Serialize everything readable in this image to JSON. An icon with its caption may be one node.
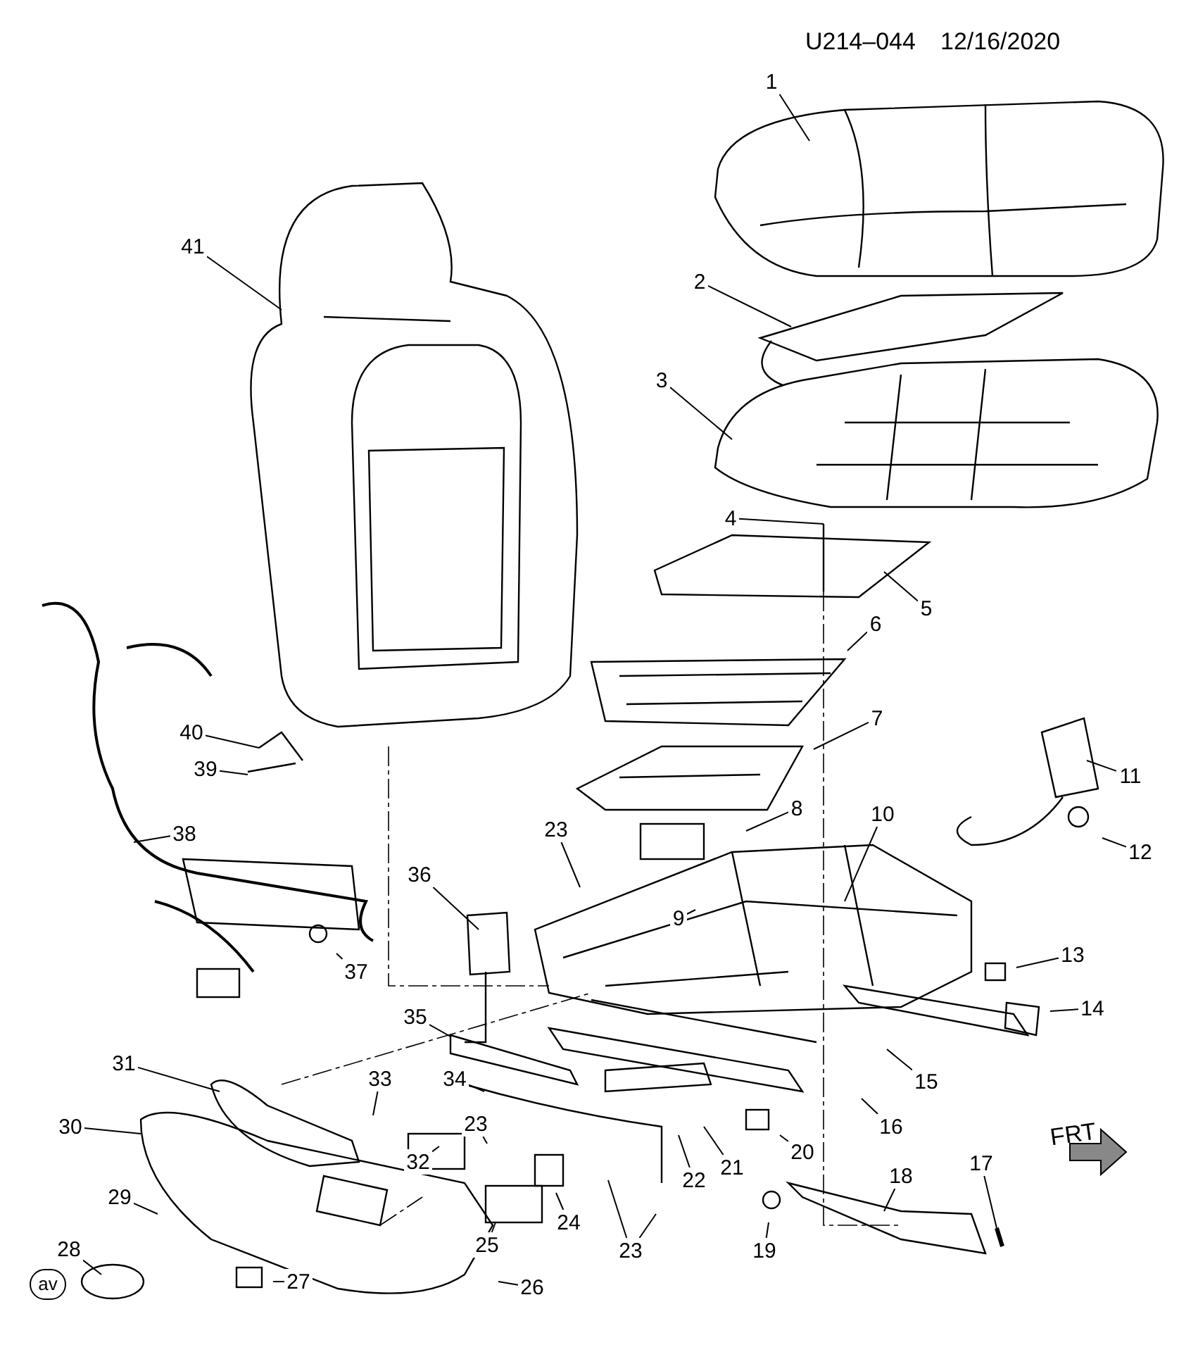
{
  "diagram": {
    "nodes": [
      {
        "text": [
          "1"
        ]
      },
      {
        "text": [
          "2"
        ]
      },
      {
        "text": [
          "3"
        ]
      },
      {
        "text": [
          "4"
        ]
      },
      {
        "text": [
          "5"
        ]
      },
      {
        "text": [
          "6"
        ]
      },
      {
        "text": [
          "7"
        ]
      },
      {
        "text": [
          "8"
        ]
      },
      {
        "text": [
          "9"
        ]
      },
      {
        "text": [
          "10"
        ]
      },
      {
        "text": [
          "11"
        ]
      },
      {
        "text": [
          "12"
        ]
      },
      {
        "text": [
          "13"
        ]
      },
      {
        "text": [
          "14"
        ]
      },
      {
        "text": [
          "15"
        ]
      },
      {
        "text": [
          "16"
        ]
      },
      {
        "text": [
          "17"
        ]
      },
      {
        "text": [
          "18"
        ]
      },
      {
        "text": [
          "19"
        ]
      },
      {
        "text": [
          "20"
        ]
      },
      {
        "text": [
          "21"
        ]
      },
      {
        "text": [
          "22"
        ]
      },
      {
        "text": [
          "23"
        ]
      },
      {
        "text": [
          "23"
        ]
      },
      {
        "text": [
          "23"
        ]
      },
      {
        "text": [
          "24"
        ]
      },
      {
        "text": [
          "25"
        ]
      },
      {
        "text": [
          "26"
        ]
      },
      {
        "text": [
          "27"
        ]
      },
      {
        "text": [
          "28"
        ]
      },
      {
        "text": [
          "29"
        ]
      },
      {
        "text": [
          "30"
        ]
      },
      {
        "text": [
          "31"
        ]
      },
      {
        "text": [
          "32"
        ]
      },
      {
        "text": [
          "33"
        ]
      },
      {
        "text": [
          "34"
        ]
      },
      {
        "text": [
          "35"
        ]
      },
      {
        "text": [
          "36"
        ]
      },
      {
        "text": [
          "37"
        ]
      },
      {
        "text": [
          "38"
        ]
      },
      {
        "text": [
          "39"
        ]
      },
      {
        "text": [
          "40"
        ]
      },
      {
        "text": [
          "41"
        ]
      }
    ],
    "edges": [
      {
        "from": 0,
        "to": null,
        "arrow": "none"
      },
      {
        "from": 1,
        "to": null,
        "arrow": "none"
      },
      {
        "from": 2,
        "to": null,
        "arrow": "none"
      },
      {
        "from": 3,
        "to": null,
        "arrow": "none"
      },
      {
        "from": 4,
        "to": null,
        "arrow": "none"
      },
      {
        "from": 5,
        "to": null,
        "arrow": "none"
      },
      {
        "from": 6,
        "to": null,
        "arrow": "none"
      },
      {
        "from": 7,
        "to": null,
        "arrow": "none"
      },
      {
        "from": 8,
        "to": null,
        "arrow": "none"
      },
      {
        "from": 9,
        "to": null,
        "arrow": "none"
      },
      {
        "from": 10,
        "to": null,
        "arrow": "none"
      },
      {
        "from": 11,
        "to": null,
        "arrow": "none"
      },
      {
        "from": 12,
        "to": null,
        "arrow": "none"
      },
      {
        "from": 13,
        "to": null,
        "arrow": "none"
      },
      {
        "from": 14,
        "to": null,
        "arrow": "none"
      },
      {
        "from": 15,
        "to": null,
        "arrow": "none"
      },
      {
        "from": 16,
        "to": null,
        "arrow": "none"
      },
      {
        "from": 17,
        "to": null,
        "arrow": "none"
      },
      {
        "from": 18,
        "to": null,
        "arrow": "none"
      },
      {
        "from": 19,
        "to": null,
        "arrow": "none"
      },
      {
        "from": 20,
        "to": null,
        "arrow": "none"
      },
      {
        "from": 21,
        "to": null,
        "arrow": "none"
      },
      {
        "from": 22,
        "to": null,
        "arrow": "none"
      },
      {
        "from": 23,
        "to": null,
        "arrow": "none"
      },
      {
        "from": 24,
        "to": null,
        "arrow": "none"
      },
      {
        "from": 24,
        "to": null,
        "arrow": "none"
      },
      {
        "from": 25,
        "to": null,
        "arrow": "none"
      },
      {
        "from": 26,
        "to": null,
        "arrow": "none"
      },
      {
        "from": 27,
        "to": null,
        "arrow": "none"
      },
      {
        "from": 28,
        "to": null,
        "arrow": "none"
      },
      {
        "from": 29,
        "to": null,
        "arrow": "none"
      },
      {
        "from": 30,
        "to": null,
        "arrow": "none"
      },
      {
        "from": 31,
        "to": null,
        "arrow": "none"
      },
      {
        "from": 32,
        "to": null,
        "arrow": "none"
      },
      {
        "from": 33,
        "to": null,
        "arrow": "none"
      },
      {
        "from": 34,
        "to": null,
        "arrow": "none"
      },
      {
        "from": 35,
        "to": null,
        "arrow": "none"
      },
      {
        "from": 36,
        "to": null,
        "arrow": "none"
      },
      {
        "from": 37,
        "to": null,
        "arrow": "none"
      },
      {
        "from": 38,
        "to": null,
        "arrow": "none"
      },
      {
        "from": 39,
        "to": null,
        "arrow": "none"
      },
      {
        "from": 40,
        "to": null,
        "arrow": "none"
      },
      {
        "from": 41,
        "to": null,
        "arrow": "none"
      },
      {
        "from": 42,
        "to": null,
        "arrow": "none"
      }
    ],
    "labels": [
      "U214–044",
      "12/16/2020",
      "FRT",
      "av"
    ]
  }
}
